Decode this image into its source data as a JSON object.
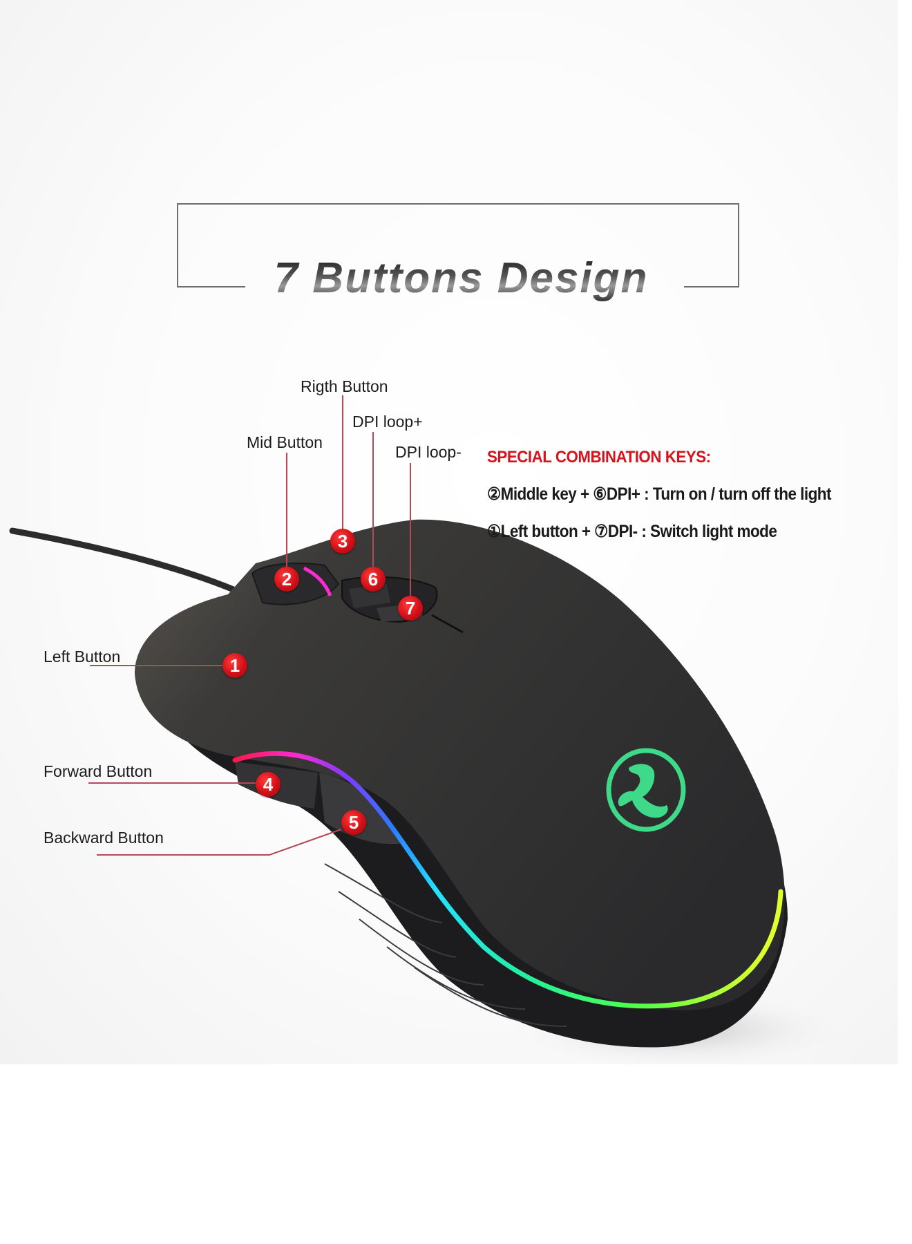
{
  "title": "7 Buttons Design",
  "labels": {
    "right_button": "Rigth Button",
    "dpi_loop_plus": "DPI loop+",
    "mid_button": "Mid Button",
    "dpi_loop_minus": "DPI loop-",
    "left_button": "Left Button",
    "forward_button": "Forward Button",
    "backward_button": "Backward Button"
  },
  "badges": {
    "b1": "1",
    "b2": "2",
    "b3": "3",
    "b4": "4",
    "b5": "5",
    "b6": "6",
    "b7": "7"
  },
  "combination": {
    "heading": "SPECIAL COMBINATION KEYS:",
    "line1": "②Middle key + ⑥DPI+ : Turn on / turn off the light",
    "line2": "①Left button + ⑦DPI- : Switch light mode"
  },
  "colors": {
    "accent_red": "#d4141c",
    "leader_line": "#b04a58",
    "logo_green": "#3fd98a",
    "mouse_body": "#2b2b2d"
  },
  "icons": {
    "logo": "scorpion-logo-icon"
  }
}
